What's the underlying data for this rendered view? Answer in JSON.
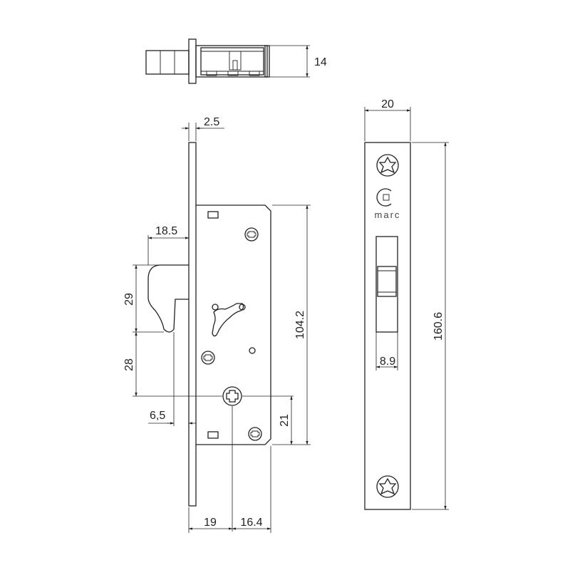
{
  "dimensions": {
    "top_height": "14",
    "faceplate_thickness": "2.5",
    "hook_reach": "18.5",
    "hook_height": "29",
    "hook_to_cylinder": "28",
    "hook_tip": "6,5",
    "cylinder_to_bottom": "21",
    "case_height": "104.2",
    "backset": "19",
    "cylinder_to_back": "16.4",
    "faceplate_width": "20",
    "faceplate_length": "160.6",
    "slot_width": "8.9"
  },
  "brand": {
    "name": "marc"
  }
}
